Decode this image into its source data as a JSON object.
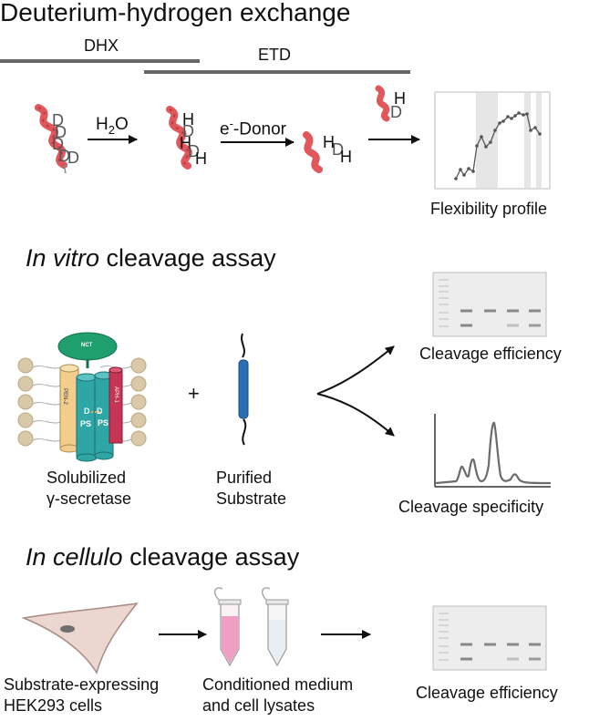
{
  "top": {
    "title": "Deuterium-hydrogen exchange",
    "dhx_label": "DHX",
    "etd_label": "ETD",
    "water": "H",
    "water_sub": "2",
    "water_o": "O",
    "donor_e": "e",
    "donor_sup": "-",
    "donor_text": "-Donor",
    "fragment_h": "H",
    "fragment_d": "D",
    "profile_label": "Flexibility profile",
    "peptide1_labels": [
      "D",
      "D",
      "D",
      "D",
      "D"
    ],
    "peptide2_labels": [
      "H",
      "D",
      "H",
      "D",
      "H"
    ],
    "peptide3_labels": [
      "H",
      "D",
      "H"
    ]
  },
  "vitro": {
    "title_italic": "In vitro",
    "title_rest": " cleavage assay",
    "complex_labels": {
      "nct": "NCT",
      "pen2": "PEN-2",
      "aph1": "APH-1",
      "ps1": "PS",
      "ps2": "PS",
      "d1": "D",
      "d2": "D"
    },
    "plus": "+",
    "enzyme_label_1": "Solubilized",
    "enzyme_label_2": "γ-secretase",
    "substrate_label_1": "Purified",
    "substrate_label_2": "Substrate",
    "efficiency_label": "Cleavage efficiency",
    "specificity_label": "Cleavage specificity"
  },
  "cellulo": {
    "title_italic": "In cellulo",
    "title_rest": " cleavage assay",
    "cells_label_1": "Substrate-expressing",
    "cells_label_2": "HEK293 cells",
    "medium_label_1": "Conditioned medium",
    "medium_label_2": "and cell lysates",
    "efficiency_label": "Cleavage efficiency"
  },
  "colors": {
    "helix": "#e0575c",
    "helix_dark": "#b73a40",
    "nct": "#1f9e6e",
    "pen2": "#f2cd8c",
    "ps_teal": "#2fa6a6",
    "aph1": "#c73556",
    "substrate": "#2a6fb5",
    "tube_pink": "#ef9fc4"
  }
}
